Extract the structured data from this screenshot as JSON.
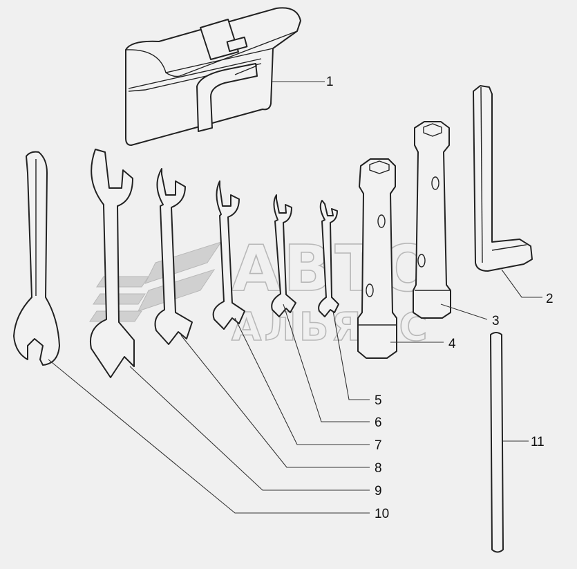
{
  "watermark": {
    "line1": "АВТО",
    "line2": "АЛЬЯНС",
    "color": "#b8b8b8"
  },
  "callouts": [
    {
      "id": "1",
      "label": "1"
    },
    {
      "id": "2",
      "label": "2"
    },
    {
      "id": "3",
      "label": "3"
    },
    {
      "id": "4",
      "label": "4"
    },
    {
      "id": "5",
      "label": "5"
    },
    {
      "id": "6",
      "label": "6"
    },
    {
      "id": "7",
      "label": "7"
    },
    {
      "id": "8",
      "label": "8"
    },
    {
      "id": "9",
      "label": "9"
    },
    {
      "id": "10",
      "label": "10"
    },
    {
      "id": "11",
      "label": "11"
    }
  ],
  "colors": {
    "background": "#f0f0f0",
    "line": "#222222",
    "fill": "#f2f2f2"
  }
}
